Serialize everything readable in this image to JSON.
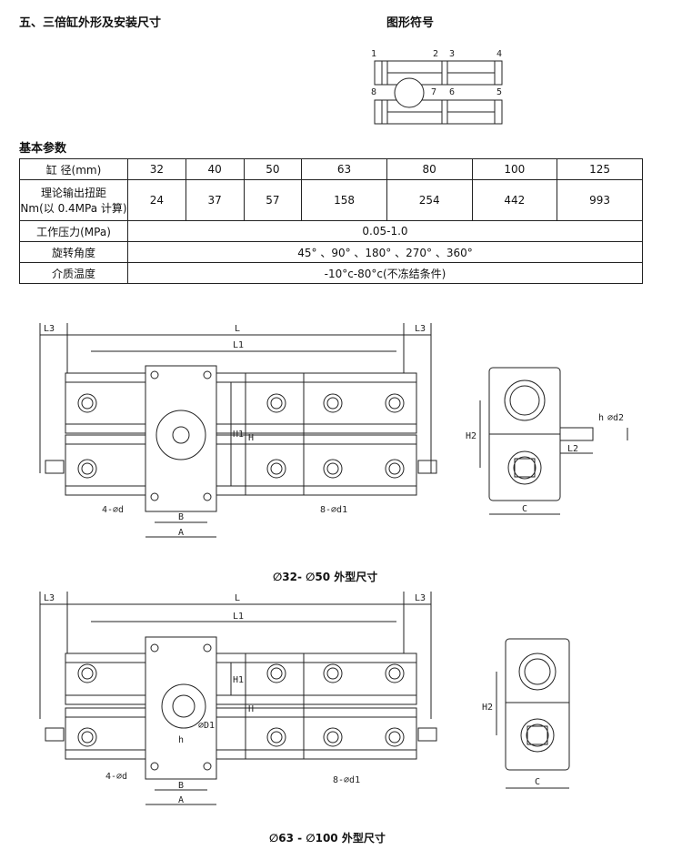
{
  "section_title": "五、三倍缸外形及安装尺寸",
  "symbol_title": "图形符号",
  "symbol_ports": [
    "1",
    "2",
    "3",
    "4",
    "8",
    "7",
    "6",
    "5"
  ],
  "params_title": "基本参数",
  "table": {
    "bore_label": "缸 径(mm)",
    "bores": [
      "32",
      "40",
      "50",
      "63",
      "80",
      "100",
      "125"
    ],
    "torque_label_1": "理论输出扭距",
    "torque_label_2": "Nm(以 0.4MPa 计算)",
    "torques": [
      "24",
      "37",
      "57",
      "158",
      "254",
      "442",
      "993"
    ],
    "pressure_label": "工作压力(MPa)",
    "pressure_value": "0.05-1.0",
    "angle_label": "旋转角度",
    "angle_value": "45° 、90° 、180° 、270° 、360°",
    "temp_label": "介质温度",
    "temp_value": "-10°c-80°c(不冻结条件)"
  },
  "drawing1": {
    "caption": "∅32- ∅50 外型尺寸",
    "labels": {
      "L3a": "L3",
      "L": "L",
      "L3b": "L3",
      "L1": "L1",
      "H1": "H1",
      "H": "H",
      "d": "4-∅d",
      "d1": "8-∅d1",
      "B": "B",
      "A": "A",
      "H2": "H2",
      "C": "C",
      "L2": "L2",
      "h": "h",
      "d2": "∅d2"
    }
  },
  "drawing2": {
    "caption": "∅63 - ∅100 外型尺寸",
    "labels": {
      "L3a": "L3",
      "L": "L",
      "L3b": "L3",
      "L1": "L1",
      "H1": "H1",
      "H": "H",
      "d": "4-∅d",
      "d1": "8-∅d1",
      "B": "B",
      "A": "A",
      "H2": "H2",
      "C": "C",
      "D1": "∅D1",
      "h": "h"
    }
  }
}
